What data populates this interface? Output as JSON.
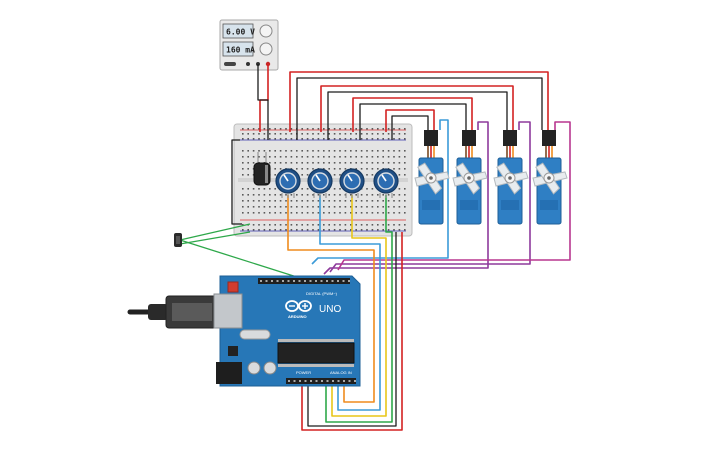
{
  "power_supply": {
    "voltage": "6.00 V",
    "current": "160 mA"
  },
  "arduino": {
    "brand": "ARDUINO",
    "model": "UNO",
    "digital_label": "DIGITAL (PWM~)",
    "power_label": "POWER",
    "analog_label": "ANALOG IN"
  },
  "colors": {
    "wire_red": "#d42222",
    "wire_black": "#1c1c1c",
    "wire_purple": "#8e3a9c",
    "wire_magenta": "#b8368f",
    "wire_orange": "#ef8c1e",
    "wire_blue": "#3b9bd8",
    "wire_yellow": "#e8c619",
    "wire_green": "#2ea84a",
    "arduino_board": "#2777b7",
    "servo_body": "#2f7fc4"
  }
}
